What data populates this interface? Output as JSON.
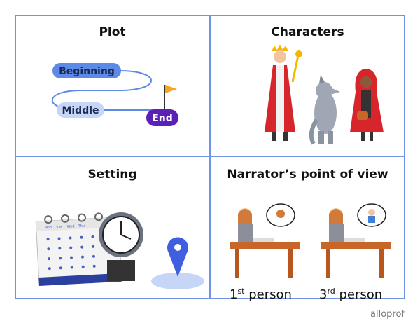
{
  "quadrants": {
    "plot": {
      "title": "Plot",
      "steps": [
        "Beginning",
        "Middle",
        "End"
      ]
    },
    "characters": {
      "title": "Characters"
    },
    "setting": {
      "title": "Setting",
      "weekdays": [
        "Mon",
        "Tue",
        "Wed",
        "Thu"
      ]
    },
    "narrator": {
      "title": "Narrator’s point of view",
      "first": {
        "num": "1",
        "suffix": "st",
        "word": "person"
      },
      "third": {
        "num": "3",
        "suffix": "rd",
        "word": "person"
      }
    }
  },
  "brand": "alloprof",
  "colors": {
    "border": "#6f93e6",
    "beginning": "#5d8ae6",
    "middle": "#c5d6f7",
    "end": "#5b21b6",
    "flag": "#f5a623",
    "pin": "#3f5fe0",
    "table": "#c8662a",
    "red": "#d7262b"
  }
}
